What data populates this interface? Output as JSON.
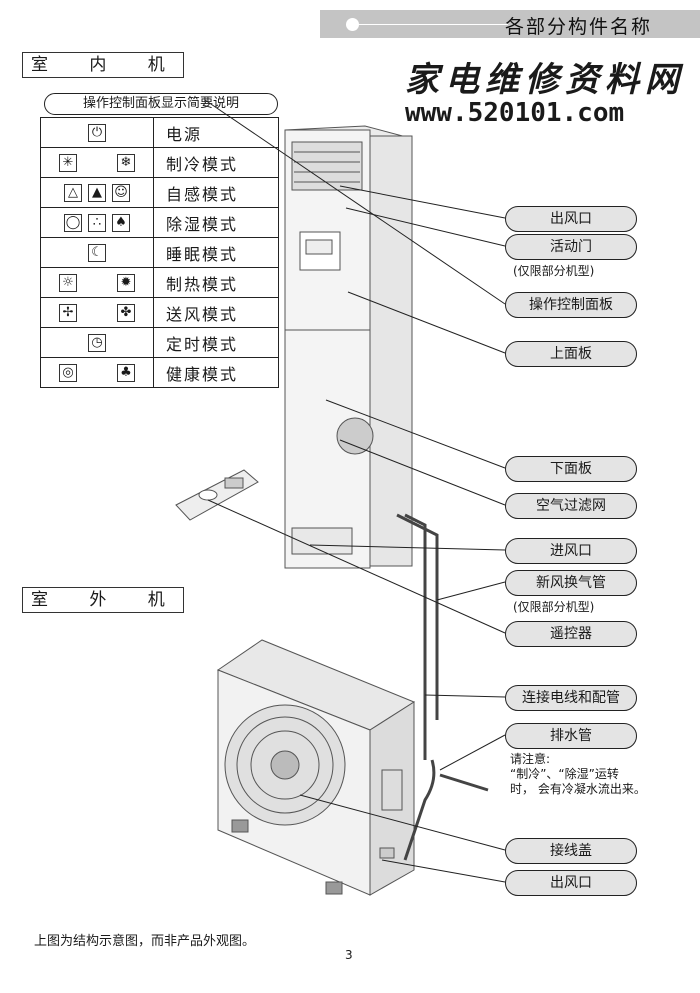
{
  "header": {
    "title": "各部分构件名称"
  },
  "watermark": {
    "chinese": "家电维修资料网",
    "url": "www.520101.com"
  },
  "indoor_label": "室 内 机",
  "outdoor_label": "室 外 机",
  "panel_explanation_label": "操作控制面板显示简要说明",
  "modes": [
    {
      "label": "电源",
      "icons": [
        [
          "power-icon"
        ]
      ]
    },
    {
      "label": "制冷模式",
      "icons": [
        [
          "snowflake-outline-icon"
        ],
        [
          "snowflake-filled-icon"
        ]
      ]
    },
    {
      "label": "自感模式",
      "icons": [
        [
          "triangle-outline-icon",
          "triangle-filled-icon",
          "feel-icon"
        ]
      ]
    },
    {
      "label": "除湿模式",
      "icons": [
        [
          "droplet-icon",
          "dots-icon",
          "dry-icon"
        ]
      ]
    },
    {
      "label": "睡眠模式",
      "icons": [
        [
          "moon-icon"
        ]
      ]
    },
    {
      "label": "制热模式",
      "icons": [
        [
          "sun-outline-icon"
        ],
        [
          "sun-filled-icon"
        ]
      ]
    },
    {
      "label": "送风模式",
      "icons": [
        [
          "fan-outline-icon"
        ],
        [
          "fan-filled-icon"
        ]
      ]
    },
    {
      "label": "定时模式",
      "icons": [
        [
          "clock-icon"
        ]
      ]
    },
    {
      "label": "健康模式",
      "icons": [
        [
          "health-icon"
        ],
        [
          "tree-icon"
        ]
      ]
    }
  ],
  "glyphs": {
    "power-icon": "⏻",
    "snowflake-outline-icon": "✳",
    "snowflake-filled-icon": "❄",
    "triangle-outline-icon": "△",
    "triangle-filled-icon": "▲",
    "feel-icon": "☺",
    "droplet-icon": "◯",
    "dots-icon": "∴",
    "dry-icon": "♠",
    "moon-icon": "☾",
    "sun-outline-icon": "☼",
    "sun-filled-icon": "✹",
    "fan-outline-icon": "✢",
    "fan-filled-icon": "✤",
    "clock-icon": "◷",
    "health-icon": "◎",
    "tree-icon": "♣"
  },
  "callouts": {
    "air_outlet": "出风口",
    "movable_door": "活动门",
    "movable_door_note": "(仅限部分机型)",
    "control_panel": "操作控制面板",
    "upper_panel": "上面板",
    "lower_panel": "下面板",
    "air_filter": "空气过滤网",
    "air_inlet": "进风口",
    "fresh_air_pipe": "新风换气管",
    "fresh_air_pipe_note": "(仅限部分机型)",
    "remote_control": "遥控器",
    "wiring_piping": "连接电线和配管",
    "drain_pipe": "排水管",
    "terminal_cover": "接线盖",
    "outdoor_air_outlet": "出风口"
  },
  "drain_note": {
    "line1": "请注意:",
    "line2": "“制冷”、“除湿”运转",
    "line3": "时， 会有冷凝水流出来。"
  },
  "footer_note": "上图为结构示意图，而非产品外观图。",
  "page_number": "3"
}
